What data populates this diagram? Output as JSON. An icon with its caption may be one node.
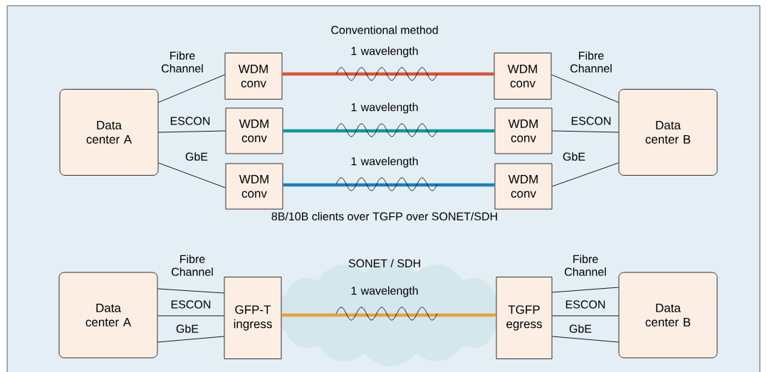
{
  "diagram": {
    "nodes": [
      {
        "text": [
          "Data center A"
        ]
      },
      {
        "text": [
          "WDM conv"
        ]
      },
      {
        "text": [
          "WDM conv"
        ]
      },
      {
        "text": [
          "WDM conv"
        ]
      },
      {
        "text": [
          "WDM conv"
        ]
      },
      {
        "text": [
          "WDM conv"
        ]
      },
      {
        "text": [
          "WDM conv"
        ]
      },
      {
        "text": [
          "Data center B"
        ]
      },
      {
        "text": [
          "Data center A"
        ]
      },
      {
        "text": [
          "GFP-T ingress"
        ]
      },
      {
        "text": [
          "TGFP egress"
        ]
      },
      {
        "text": [
          "Data center B"
        ]
      }
    ],
    "edges": [
      {
        "from": 0,
        "to": 1,
        "arrow": "none",
        "label": "Fibre Channel"
      },
      {
        "from": 0,
        "to": 2,
        "arrow": "none",
        "label": "ESCON"
      },
      {
        "from": 0,
        "to": 3,
        "arrow": "none",
        "label": "GbE"
      },
      {
        "from": 1,
        "to": 4,
        "arrow": "none",
        "label": "1 wavelength",
        "style": "thick",
        "color": "#d9533a"
      },
      {
        "from": 2,
        "to": 5,
        "arrow": "none",
        "label": "1 wavelength",
        "style": "thick",
        "color": "#0e9a94"
      },
      {
        "from": 3,
        "to": 6,
        "arrow": "none",
        "label": "1 wavelength",
        "style": "thick",
        "color": "#1a7fc0"
      },
      {
        "from": 4,
        "to": 7,
        "arrow": "none",
        "label": "Fibre Channel"
      },
      {
        "from": 5,
        "to": 7,
        "arrow": "none",
        "label": "ESCON"
      },
      {
        "from": 6,
        "to": 7,
        "arrow": "none",
        "label": "GbE"
      },
      {
        "from": 8,
        "to": 9,
        "arrow": "none",
        "label": "Fibre Channel"
      },
      {
        "from": 8,
        "to": 9,
        "arrow": "none",
        "label": "ESCON"
      },
      {
        "from": 8,
        "to": 9,
        "arrow": "none",
        "label": "GbE"
      },
      {
        "from": 9,
        "to": 10,
        "arrow": "none",
        "label": "1 wavelength",
        "style": "thick",
        "color": "#e8a040"
      },
      {
        "from": 10,
        "to": 11,
        "arrow": "none",
        "label": "Fibre Channel"
      },
      {
        "from": 10,
        "to": 11,
        "arrow": "none",
        "label": "ESCON"
      },
      {
        "from": 10,
        "to": 11,
        "arrow": "none",
        "label": "GbE"
      }
    ],
    "labels": [
      "Conventional method",
      "8B/10B clients over TGFP over SONET/SDH",
      "SONET / SDH"
    ]
  }
}
